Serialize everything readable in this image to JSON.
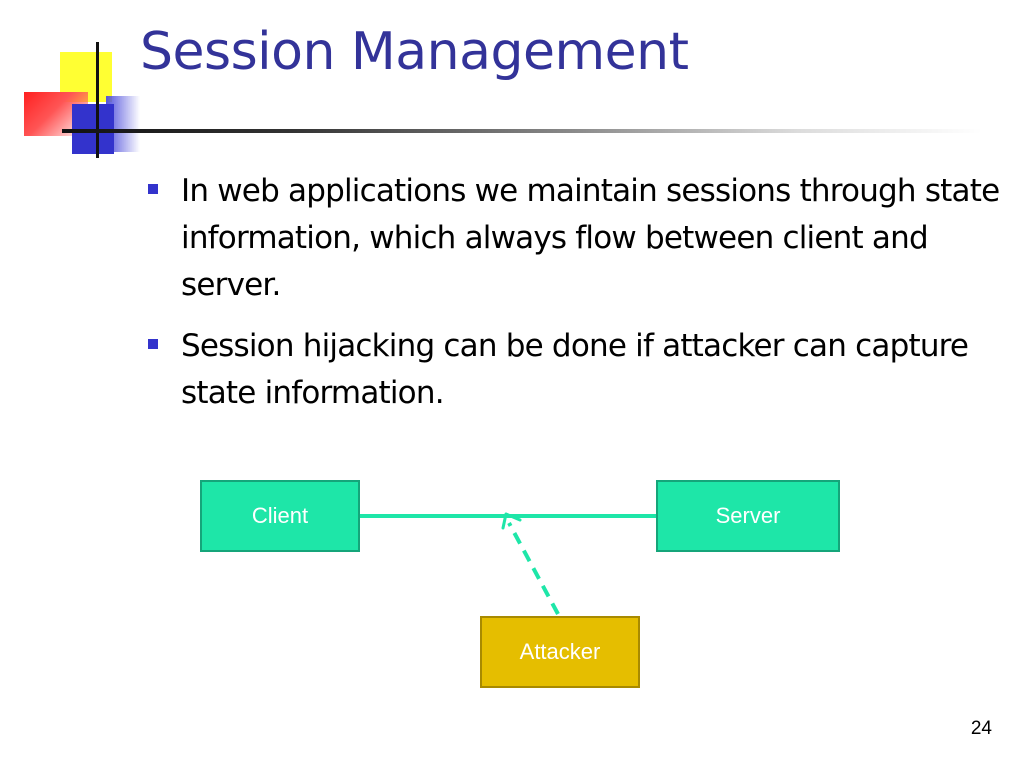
{
  "slide": {
    "title": "Session Management",
    "bullets": [
      "In web applications we maintain sessions through state information, which always flow between client and server.",
      "Session hijacking can be done if attacker can capture state information."
    ],
    "page_number": "24"
  },
  "diagram": {
    "nodes": {
      "client": "Client",
      "server": "Server",
      "attacker": "Attacker"
    },
    "colors": {
      "client_server_fill": "#1ee6a8",
      "attacker_fill": "#e5be00",
      "connector": "#1ee6a8"
    }
  },
  "theme": {
    "title_color": "#333399",
    "bullet_color": "#3333cc"
  }
}
